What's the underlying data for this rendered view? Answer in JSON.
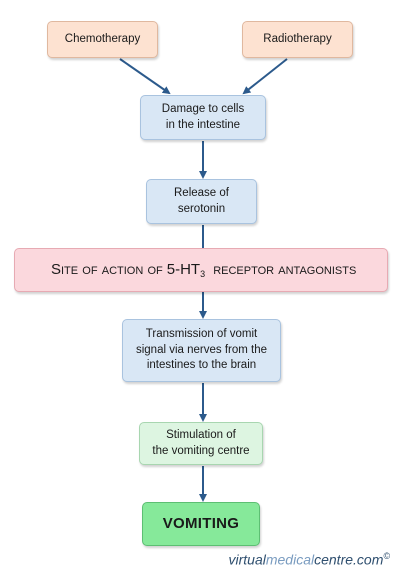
{
  "nodes": {
    "chemotherapy": "Chemotherapy",
    "radiotherapy": "Radiotherapy",
    "damage": [
      "Damage to cells",
      "in the intestine"
    ],
    "release": [
      "Release of",
      "serotonin"
    ],
    "site": {
      "prefix": "Site of action of",
      "drug": "5-HT",
      "subscript": "3",
      "suffix": "receptor antagonists"
    },
    "transmission": [
      "Transmission of vomit",
      "signal via nerves from the",
      "intestines to the brain"
    ],
    "stimulation": [
      "Stimulation of",
      "the vomiting centre"
    ],
    "vomiting": "VOMITING"
  },
  "watermark": {
    "part1": "virtual",
    "part2": "medical",
    "part3": "centre.com",
    "mark": "©"
  },
  "colors": {
    "arrow": "#2c5a8c",
    "peach": "#fde2d1",
    "blue": "#d9e7f5",
    "green": "#ddf5e1",
    "vomiting": "#86e99a",
    "site": "#fbd8dd"
  }
}
